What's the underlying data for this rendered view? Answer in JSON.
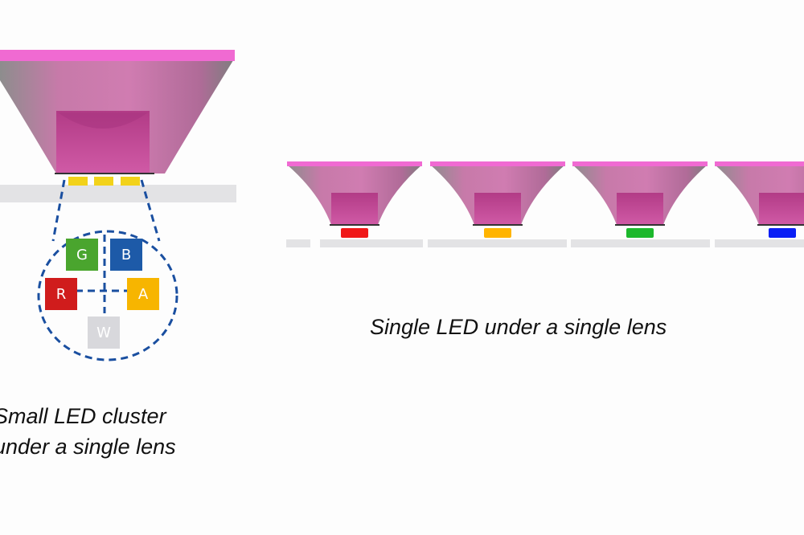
{
  "captions": {
    "cluster_line1": "Small LED cluster",
    "cluster_line2": "under a single lens",
    "single": "Single LED under a single lens"
  },
  "colors": {
    "lens_top": "#f06ad2",
    "lens_body": "#cf79b0",
    "lens_edge": "#8a8a8a",
    "cavity": "#c24d98",
    "board": "#e3e3e5",
    "dash": "#1a4fa0"
  },
  "cluster": {
    "leds": [
      {
        "label": "G",
        "color": "#4aa52e"
      },
      {
        "label": "B",
        "color": "#1d5aa8"
      },
      {
        "label": "R",
        "color": "#d01c1c"
      },
      {
        "label": "A",
        "color": "#f7b500"
      },
      {
        "label": "W",
        "color": "#d8d8dc"
      }
    ],
    "top_view_led_color": "#f2d21a"
  },
  "singles": [
    {
      "name": "red",
      "color": "#f01818"
    },
    {
      "name": "amber",
      "color": "#ffb400"
    },
    {
      "name": "green",
      "color": "#1cb82c"
    },
    {
      "name": "blue",
      "color": "#0a1ef5"
    }
  ]
}
